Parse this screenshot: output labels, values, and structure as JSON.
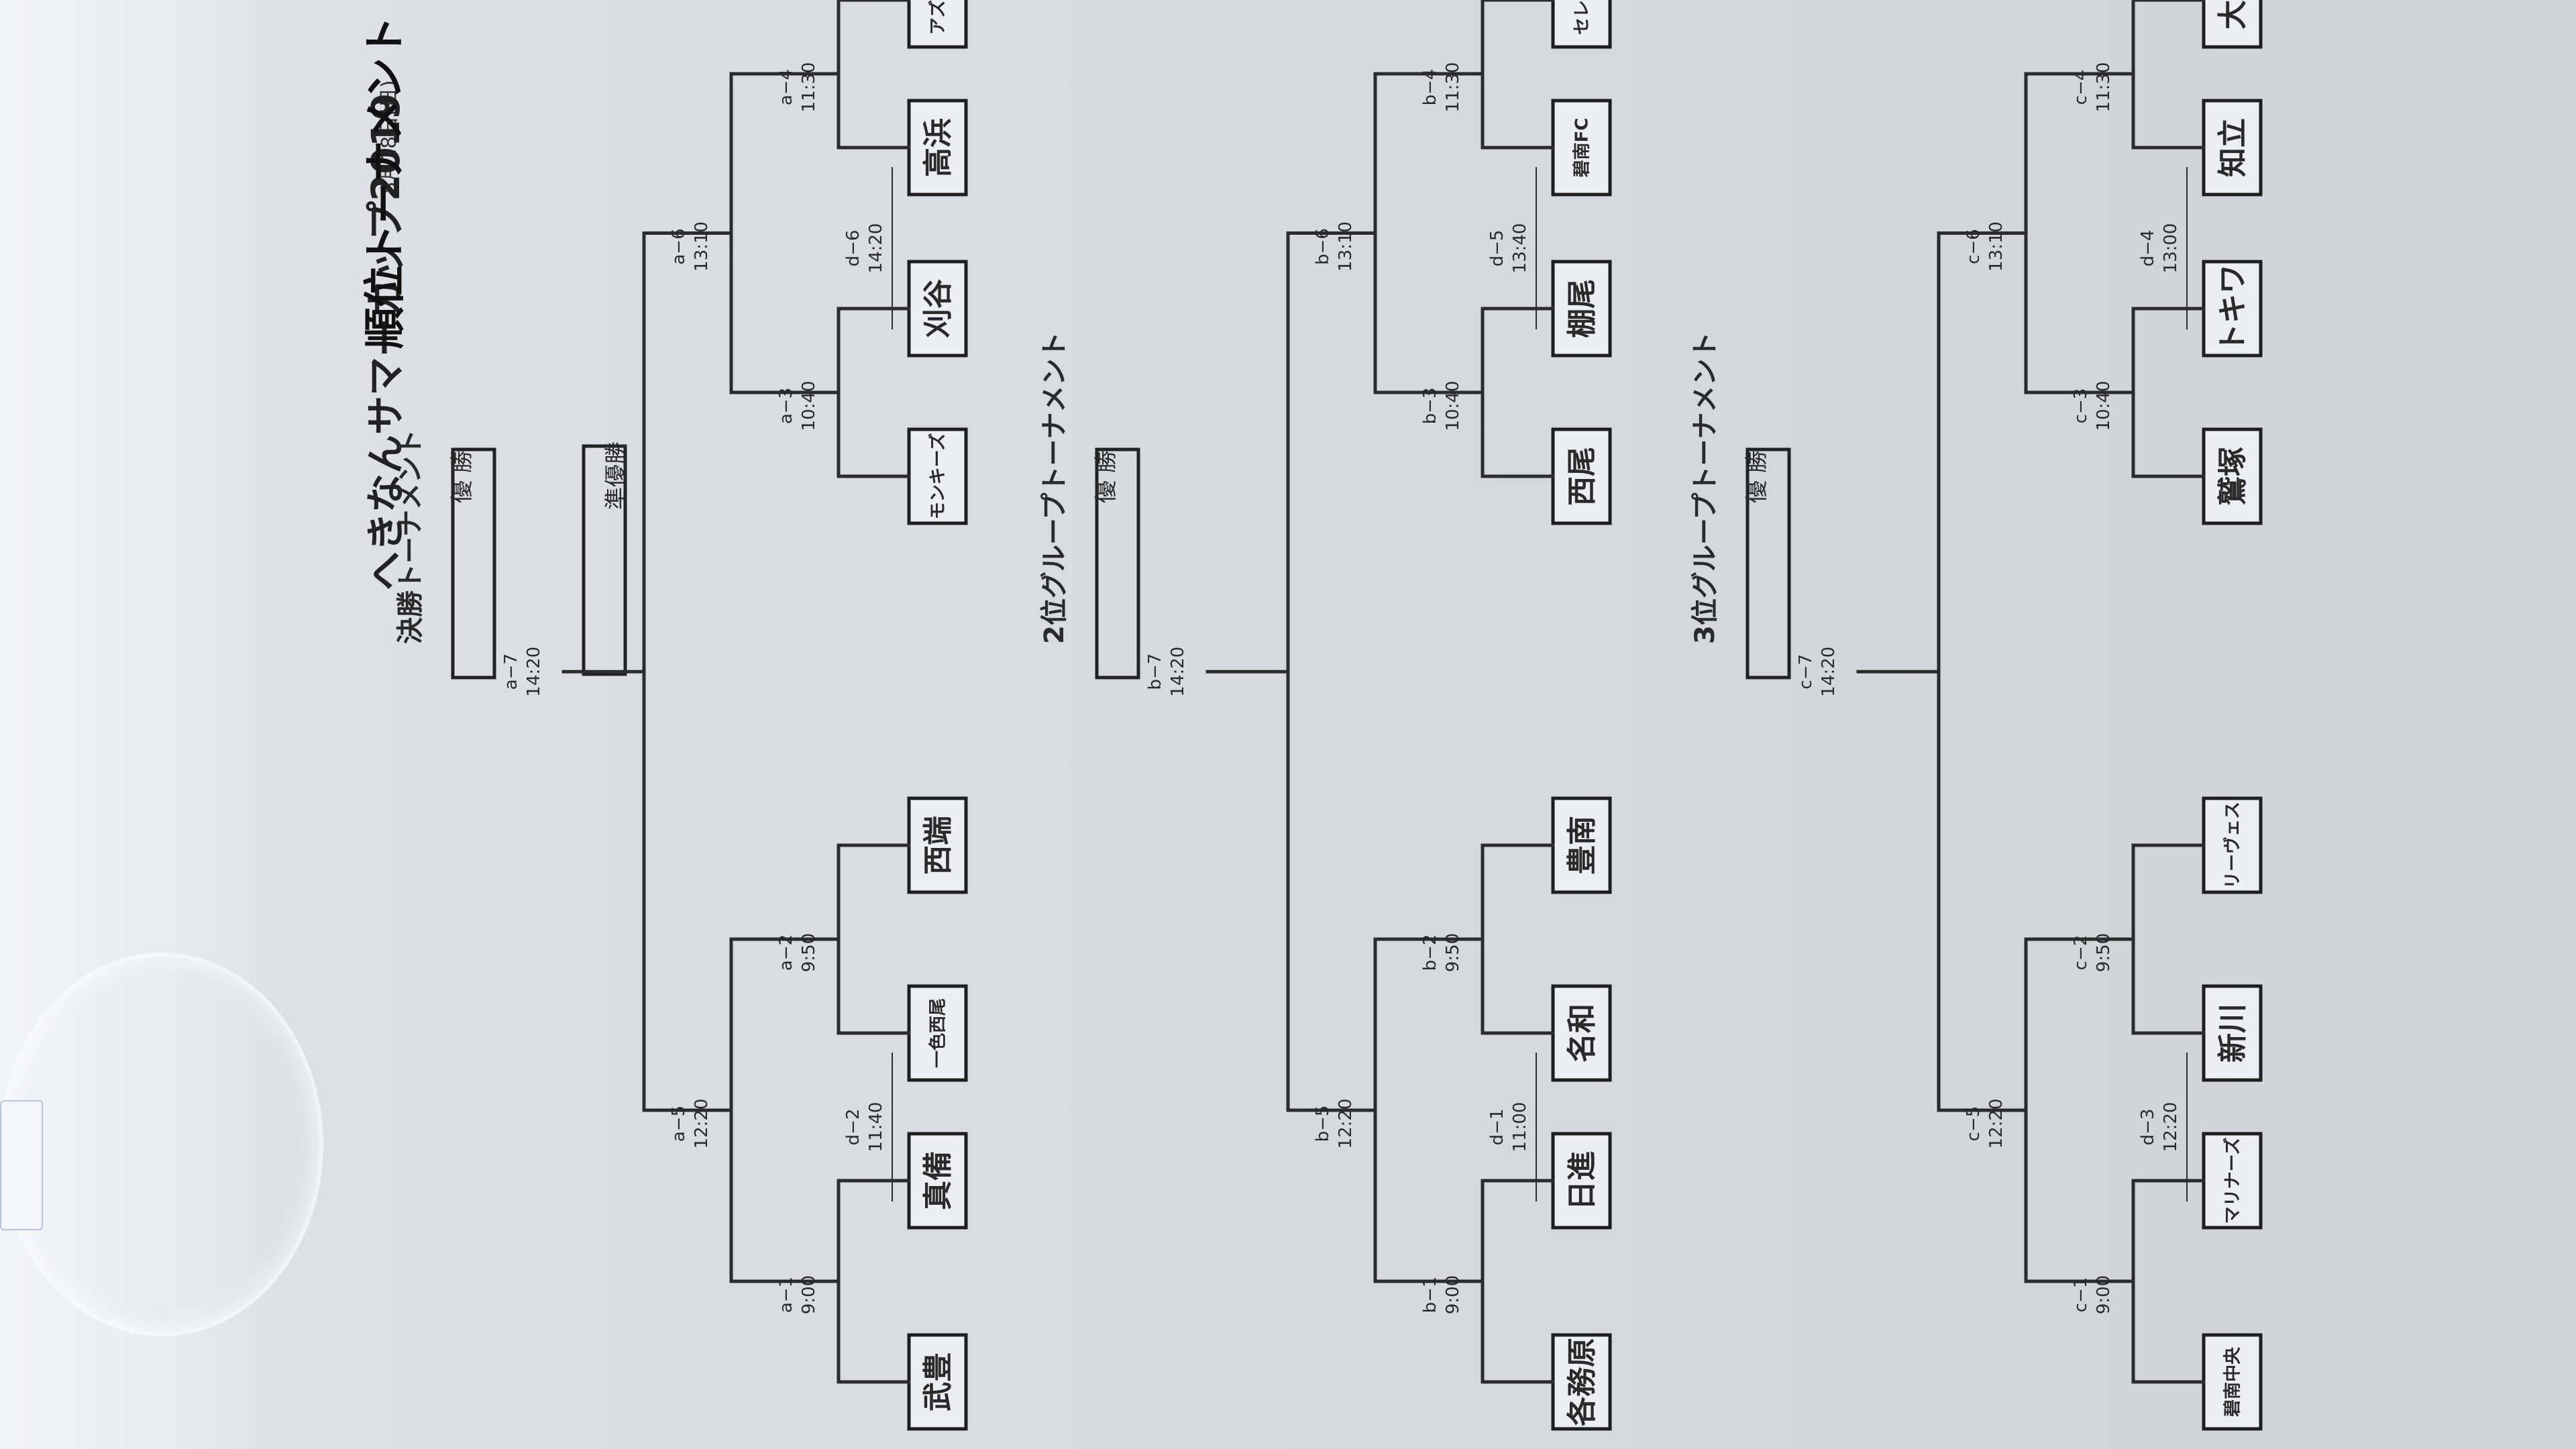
{
  "document": {
    "date": "8月18日(日)",
    "title": "へきなんサマーカップ2019",
    "title_suffix": "順位トーナメント"
  },
  "brackets": [
    {
      "title": "決勝トーナメント",
      "winner_label": "優 勝",
      "runner_up_label": "準優勝",
      "final": {
        "code": "a−7",
        "time": "14:20"
      },
      "matches": [
        {
          "code": "a−1",
          "time": "9:00"
        },
        {
          "code": "a−2",
          "time": "9:50"
        },
        {
          "code": "a−3",
          "time": "10:40"
        },
        {
          "code": "a−4",
          "time": "11:30"
        },
        {
          "code": "a−5",
          "time": "12:20"
        },
        {
          "code": "a−6",
          "time": "13:10"
        },
        {
          "code": "d−2",
          "time": "11:40"
        },
        {
          "code": "d−6",
          "time": "14:20"
        }
      ],
      "teams": [
        "武豊",
        "真備",
        "一色西尾",
        "西端",
        "モンキーズ",
        "刈谷",
        "高浜",
        "アズーリ"
      ]
    },
    {
      "title": "2位グループトーナメント",
      "winner_label": "優 勝",
      "final": {
        "code": "b−7",
        "time": "14:20"
      },
      "matches": [
        {
          "code": "b−1",
          "time": "9:00"
        },
        {
          "code": "b−2",
          "time": "9:50"
        },
        {
          "code": "b−3",
          "time": "10:40"
        },
        {
          "code": "b−4",
          "time": "11:30"
        },
        {
          "code": "b−5",
          "time": "12:20"
        },
        {
          "code": "b−6",
          "time": "13:10"
        },
        {
          "code": "d−1",
          "time": "11:00"
        },
        {
          "code": "d−5",
          "time": "13:40"
        }
      ],
      "teams": [
        "各務原",
        "日進",
        "名和",
        "豊南",
        "西尾",
        "棚尾",
        "碧南FC",
        "セレッソ"
      ]
    },
    {
      "title": "3位グループトーナメント",
      "winner_label": "優 勝",
      "final": {
        "code": "c−7",
        "time": "14:20"
      },
      "matches": [
        {
          "code": "c−1",
          "time": "9:00"
        },
        {
          "code": "c−2",
          "time": "9:50"
        },
        {
          "code": "c−3",
          "time": "10:40"
        },
        {
          "code": "c−4",
          "time": "11:30"
        },
        {
          "code": "c−5",
          "time": "12:20"
        },
        {
          "code": "c−6",
          "time": "13:10"
        },
        {
          "code": "d−3",
          "time": "12:20"
        },
        {
          "code": "d−4",
          "time": "13:00"
        }
      ],
      "teams": [
        "碧南中央",
        "マリナーズ",
        "新川",
        "リーヴェス",
        "鷲塚",
        "トキワ",
        "知立",
        "大浜"
      ]
    }
  ]
}
